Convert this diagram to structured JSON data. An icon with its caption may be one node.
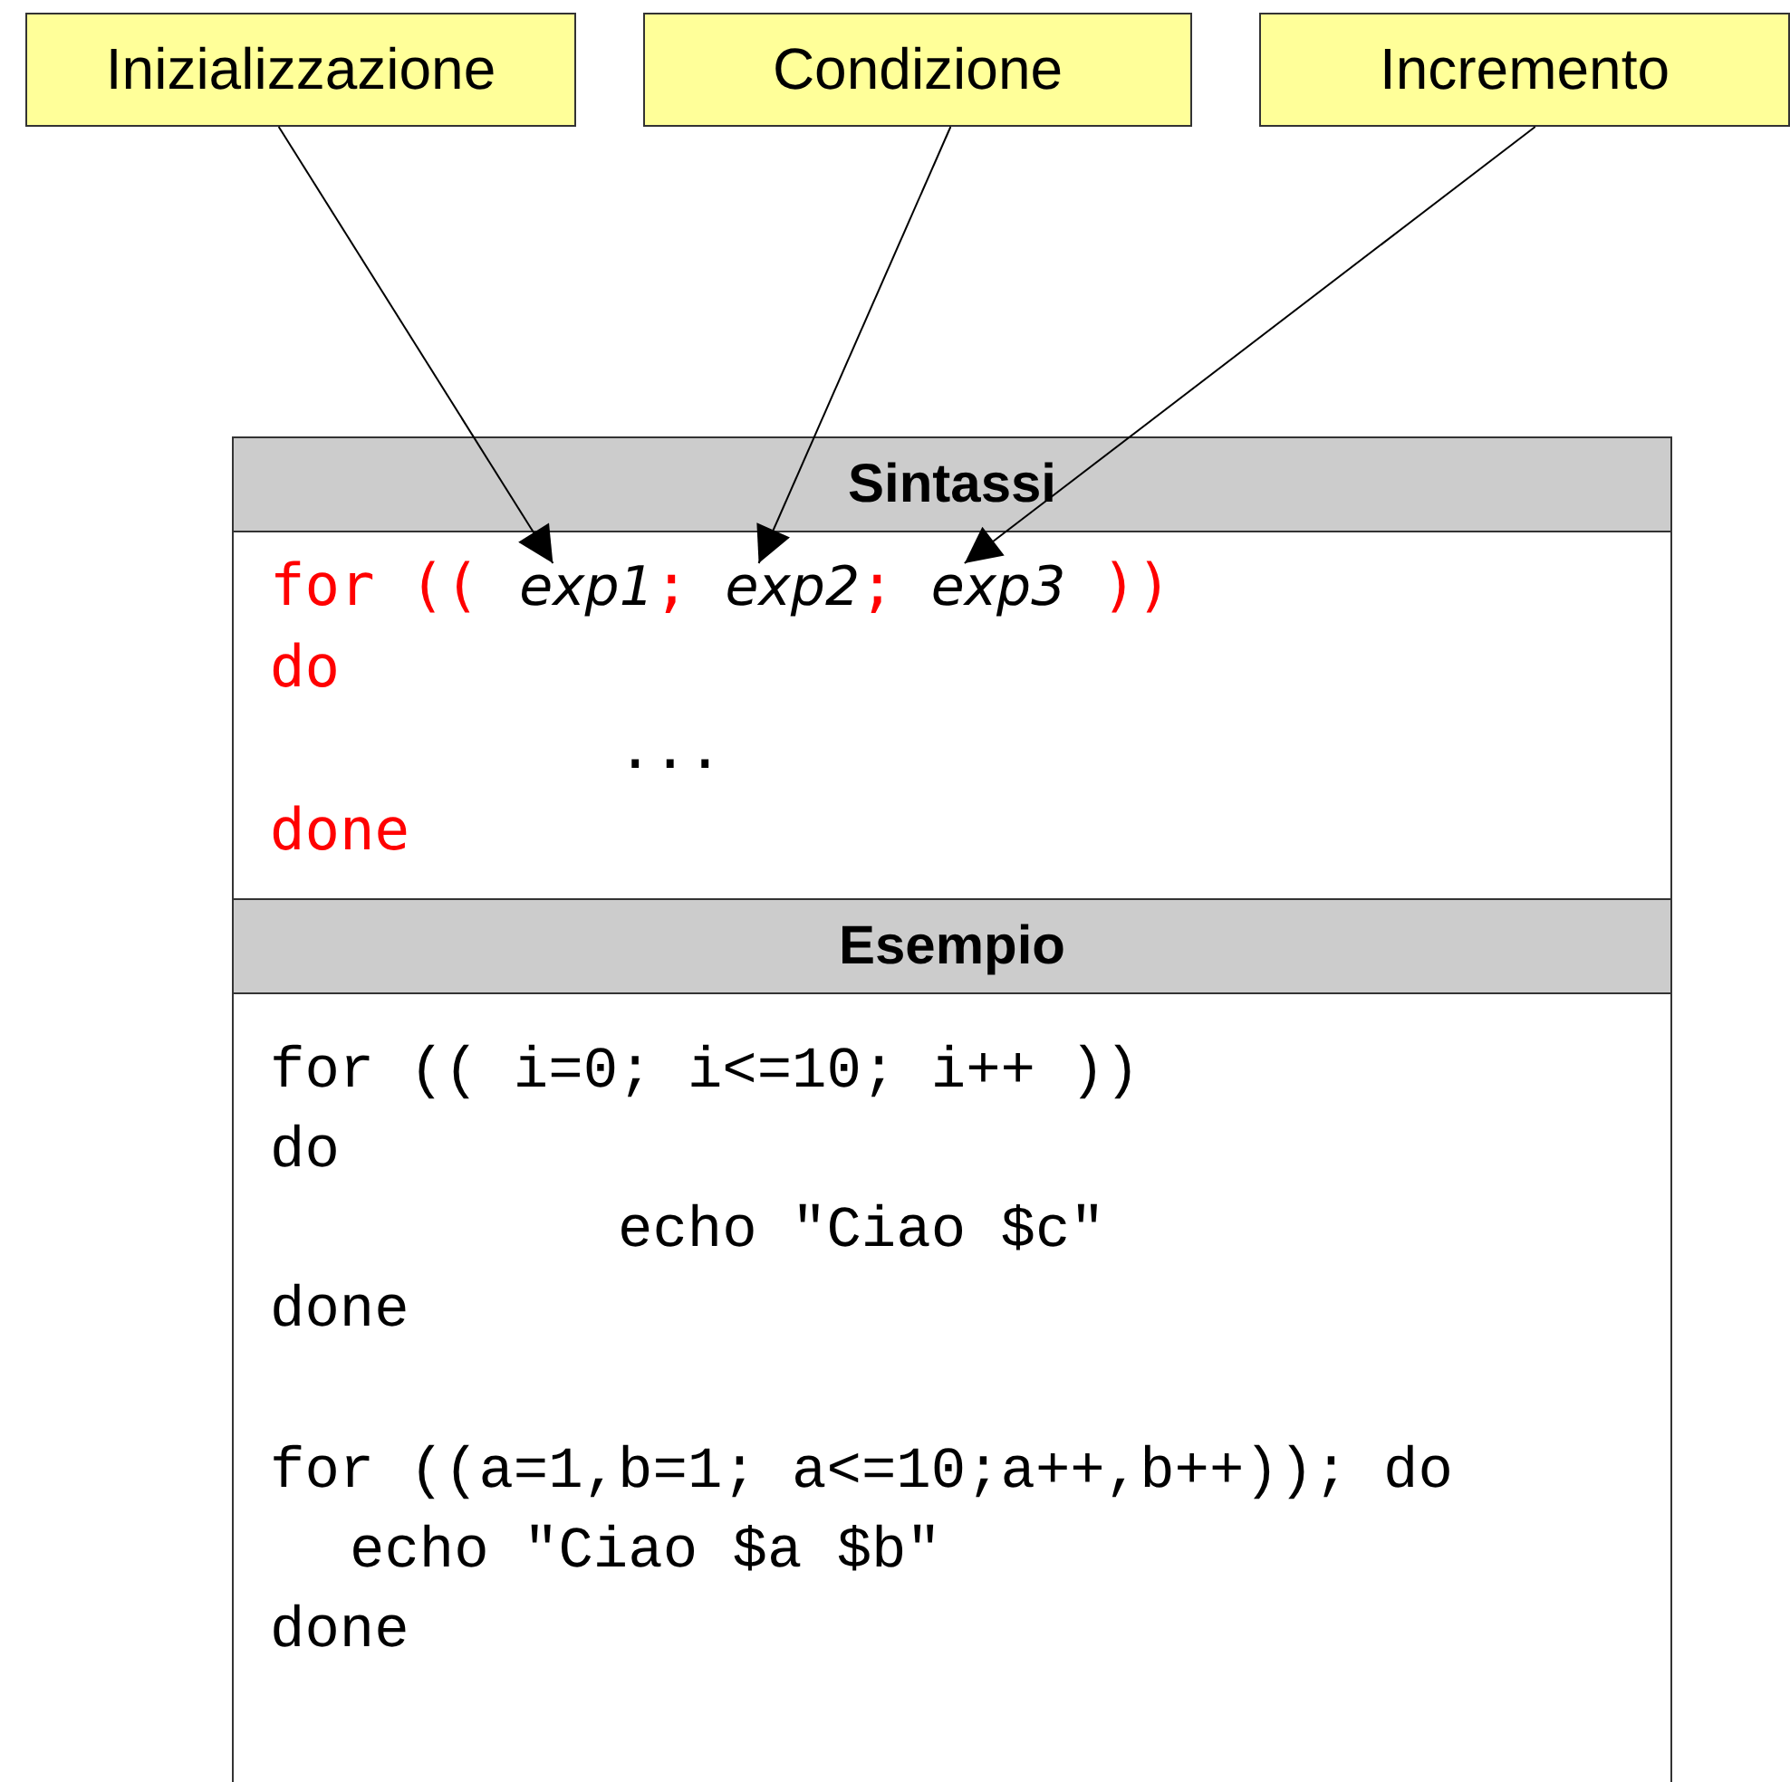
{
  "diagram": {
    "nodes": [
      {
        "text": [
          "Inizializzazione"
        ]
      },
      {
        "text": [
          "Condizione"
        ]
      },
      {
        "text": [
          "Incremento"
        ]
      },
      {
        "text": [
          "Sintassi",
          "for ((",
          "exp1",
          ";",
          "exp2",
          ";",
          "exp3",
          "))",
          "do",
          "...",
          "done"
        ]
      },
      {
        "text": [
          "Esempio",
          "for (( i=0; i<=10; i++ ))",
          "do",
          "echo \"Ciao $c\"",
          "done",
          "for ((a=1,b=1; a<=10;a++,b++)); do",
          "echo \"Ciao $a $b\"",
          "done"
        ]
      }
    ],
    "edges": [
      {
        "from": 0,
        "to": 3,
        "arrow": "to"
      },
      {
        "from": 1,
        "to": 3,
        "arrow": "to"
      },
      {
        "from": 2,
        "to": 3,
        "arrow": "to"
      }
    ]
  }
}
